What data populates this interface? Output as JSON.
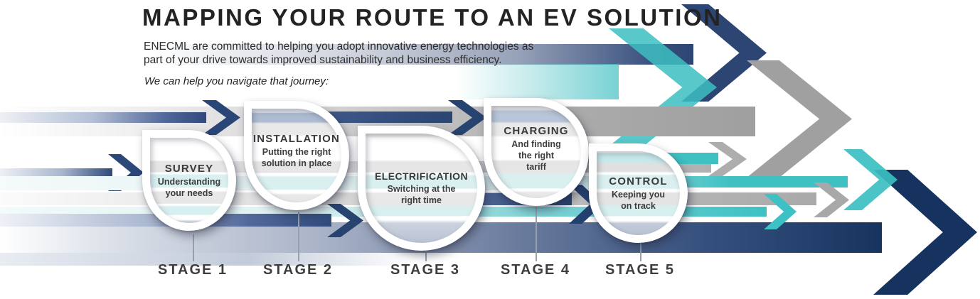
{
  "header": {
    "title": "MAPPING YOUR ROUTE TO AN EV SOLUTION",
    "subtitle_line1": "ENECML are committed to helping you adopt innovative energy technologies as",
    "subtitle_line2": "part of your drive towards improved sustainability and business efficiency.",
    "tagline": "We can help you navigate that journey:"
  },
  "stages": [
    {
      "label": "STAGE 1",
      "heading": "SURVEY",
      "lines": [
        "Understanding",
        "your needs",
        ""
      ]
    },
    {
      "label": "STAGE 2",
      "heading": "INSTALLATION",
      "lines": [
        "Putting the right",
        "solution in place",
        ""
      ]
    },
    {
      "label": "STAGE 3",
      "heading": "ELECTRIFICATION",
      "lines": [
        "Switching at the",
        "right time",
        ""
      ]
    },
    {
      "label": "STAGE 4",
      "heading": "CHARGING",
      "lines": [
        "And finding",
        "the right",
        "tariff"
      ]
    },
    {
      "label": "STAGE 5",
      "heading": "CONTROL",
      "lines": [
        "Keeping you",
        "on track",
        ""
      ]
    }
  ],
  "brand_colors": {
    "navy": "#24406f",
    "dark_navy": "#16335f",
    "teal": "#3ec1c4",
    "pale_teal": "#cdeaeb",
    "gray": "#a6a6a6",
    "steel_blue": "#5d7095"
  }
}
